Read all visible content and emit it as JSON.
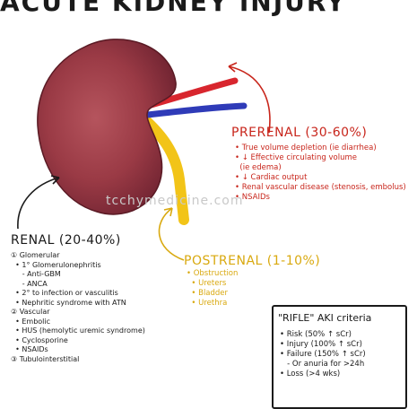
{
  "title": "ACUTE KIDNEY INJURY",
  "watermark": "tcchymedicine.com",
  "prerenal": {
    "heading": "PRERENAL (30-60%)",
    "items": [
      "• True volume depletion (ie diarrhea)",
      "• ↓ Effective circulating volume",
      "  (ie edema)",
      "• ↓ Cardiac output",
      "• Renal vascular disease (stenosis, embolus)",
      "• NSAIDs"
    ]
  },
  "renal": {
    "heading": "RENAL (20-40%)",
    "items": [
      "① Glomerular",
      "  • 1° Glomerulonephritis",
      "     - Anti-GBM",
      "     - ANCA",
      "  • 2° to infection or vasculitis",
      "  • Nephritic syndrome with ATN",
      "② Vascular",
      "  • Embolic",
      "  • HUS (hemolytic uremic syndrome)",
      "  • Cyclosporine",
      "  • NSAIDs",
      "③ Tubulointerstitial"
    ]
  },
  "postrenal": {
    "heading": "POSTRENAL (1-10%)",
    "items": [
      "• Obstruction",
      "  • Ureters",
      "  • Bladder",
      "  • Urethra"
    ]
  },
  "rifle": {
    "title": "\"RIFLE\" AKI criteria",
    "items": [
      "• Risk (50% ↑ sCr)",
      "• Injury (100% ↑ sCr)",
      "• Failure (150% ↑ sCr)",
      "   - Or anuria for >24h",
      "• Loss (>4 wks)"
    ]
  },
  "colors": {
    "accent_red": "#c8251b",
    "accent_yellow": "#d9a90f",
    "artery": "#d8262e",
    "vein": "#2f3bb8",
    "ureter": "#f2c418",
    "kidney": "#9c3a45"
  }
}
